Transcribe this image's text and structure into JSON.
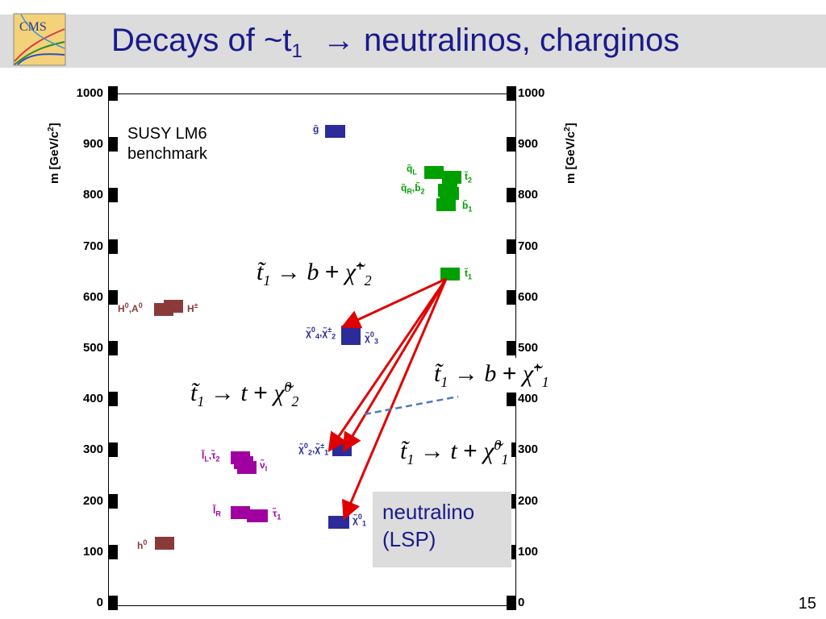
{
  "title": {
    "main": "Decays of ~t",
    "sub": "1",
    "arrow": "→",
    "rest": " neutralinos, charginos"
  },
  "logo_text": "CMS",
  "benchmark": {
    "line1": "SUSY LM6",
    "line2": "benchmark"
  },
  "axis": {
    "title": "m [GeV/c",
    "title_sup": "2",
    "title_close": "]",
    "ticks": [
      "1000",
      "900",
      "800",
      "700",
      "600",
      "500",
      "400",
      "300",
      "200",
      "100",
      "0"
    ]
  },
  "colors": {
    "title": "#1a1a8c",
    "green": "#00a000",
    "blue": "#2b2b9a",
    "brown": "#8b3a3a",
    "purple": "#a000a0",
    "arrow": "#e00000",
    "dash": "#4a7cc0"
  },
  "particles": {
    "gluino": "g̃",
    "qL": "q̃",
    "qL_sub": "L",
    "qR": "q̃",
    "qR_sub": "R",
    "b2": "b̃",
    "b2_sub": "2",
    "t2": "t̃",
    "t2_sub": "2",
    "b1": "b̃",
    "b1_sub": "1",
    "t1": "t̃",
    "t1_sub": "1",
    "H0A0": "H",
    "H0A0_sup": "0",
    "A": "A",
    "A_sup": "0",
    "Hpm": "H",
    "Hpm_sup": "±",
    "chi40": "χ̃",
    "chi40_sub": "4",
    "chi40_sup": "0",
    "chi2pm": "χ̃",
    "chi2pm_sub": "2",
    "chi2pm_sup": "±",
    "chi30": "χ̃",
    "chi30_sub": "3",
    "chi30_sup": "0",
    "chi20": "χ̃",
    "chi20_sub": "2",
    "chi20_sup": "0",
    "chi1pm": "χ̃",
    "chi1pm_sub": "1",
    "chi1pm_sup": "±",
    "lL": "l̃",
    "lL_sub": "L",
    "tau2": "τ̃",
    "tau2_sub": "2",
    "nul": "ν̃",
    "nul_sub": "l",
    "lR": "l̃",
    "lR_sub": "R",
    "tau1": "τ̃",
    "tau1_sub": "1",
    "chi10": "χ̃",
    "chi10_sub": "1",
    "chi10_sup": "0",
    "h0": "h",
    "h0_sup": "0"
  },
  "equations": {
    "eq1": {
      "lhs": "t̃",
      "lhs_sub": "1",
      "arrow": "→",
      "q": "b",
      "plus": "+",
      "chi": "χ̃",
      "chi_sub": "2",
      "chi_sup": "+"
    },
    "eq2": {
      "lhs": "t̃",
      "lhs_sub": "1",
      "arrow": "→",
      "q": "t",
      "plus": "+",
      "chi": "χ̃",
      "chi_sub": "2",
      "chi_sup": "0"
    },
    "eq3": {
      "lhs": "t̃",
      "lhs_sub": "1",
      "arrow": "→",
      "q": "b",
      "plus": "+",
      "chi": "χ̃",
      "chi_sub": "1",
      "chi_sup": "+"
    },
    "eq4": {
      "lhs": "t̃",
      "lhs_sub": "1",
      "arrow": "→",
      "q": "t",
      "plus": "+",
      "chi": "χ̃",
      "chi_sub": "1",
      "chi_sup": "0"
    }
  },
  "lsp": {
    "line1": "neutralino",
    "line2": "(LSP)"
  },
  "page_number": "15"
}
